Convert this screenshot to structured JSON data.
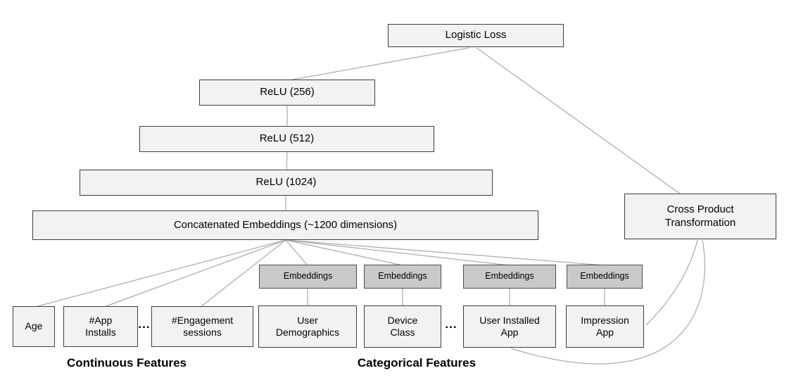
{
  "nodes": {
    "logistic_loss": {
      "label": "Logistic Loss"
    },
    "relu_256": {
      "label": "ReLU (256)"
    },
    "relu_512": {
      "label": "ReLU (512)"
    },
    "relu_1024": {
      "label": "ReLU (1024)"
    },
    "concatenated_embeddings": {
      "label": "Concatenated Embeddings (~1200 dimensions)"
    },
    "cross_product_transformation": {
      "label": "Cross Product Transformation"
    },
    "embeddings_1": {
      "label": "Embeddings"
    },
    "embeddings_2": {
      "label": "Embeddings"
    },
    "embeddings_3": {
      "label": "Embeddings"
    },
    "embeddings_4": {
      "label": "Embeddings"
    },
    "age": {
      "label": "Age"
    },
    "app_installs": {
      "label": "#App Installs"
    },
    "engagement_sessions": {
      "label": "#Engagement sessions"
    },
    "user_demographics": {
      "label": "User Demographics"
    },
    "device_class": {
      "label": "Device Class"
    },
    "user_installed_app": {
      "label": "User Installed App"
    },
    "impression_app": {
      "label": "Impression App"
    }
  },
  "ellipsis": {
    "continuous": "...",
    "categorical": "..."
  },
  "group_labels": {
    "continuous": "Continuous Features",
    "categorical": "Categorical Features"
  },
  "colors": {
    "node_fill": "#f2f2f2",
    "node_border": "#3d3d3d",
    "embedding_fill": "#c9c9c9",
    "embedding_border": "#4c4c4c",
    "connector": "#a8a8a8",
    "text": "#000000",
    "background": "#ffffff"
  }
}
